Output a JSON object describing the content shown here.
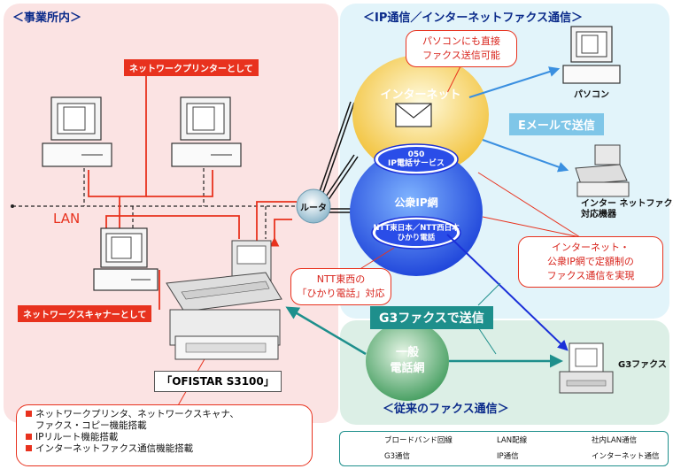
{
  "zones": {
    "office_title": "＜事業所内＞",
    "ip_title": "＜IP通信／インターネットファクス通信＞",
    "legacy_title": "＜従来のファクス通信＞"
  },
  "labels": {
    "network_printer": "ネットワークプリンターとして",
    "network_scanner": "ネットワークスキャナーとして",
    "lan": "LAN",
    "router": "ルータ",
    "internet": "インターネット",
    "ip_phone_num": "050",
    "ip_phone_service": "IP電話サービス",
    "public_ip": "公衆IP網",
    "ntt_line1": "NTT東日本／NTT西日本",
    "ntt_line2": "ひかり電話",
    "public_phone_line1": "一般",
    "public_phone_line2": "電話網",
    "email_send": "Eメールで送信",
    "g3_send": "G3ファクスで送信",
    "pc": "パソコン",
    "ifax_line1": "インター ネットファクス",
    "ifax_line2": "対応機器",
    "g3fax": "G3ファクス",
    "model": "「OFISTAR S3100」"
  },
  "callouts": {
    "pc_direct_1": "パソコンにも直接",
    "pc_direct_2": "ファクス送信可能",
    "flat_rate_1": "インターネット・",
    "flat_rate_2": "公衆IP網で定額制の",
    "flat_rate_3": "ファクス通信を実現",
    "hikari_1": "NTT東西の",
    "hikari_2": "「ひかり電話」対応"
  },
  "features": [
    "ネットワークプリンタ、ネットワークスキャナ、",
    "ファクス・コピー機能搭載",
    "IPリルート機能搭載",
    "インターネットファクス通信機能搭載"
  ],
  "legend": {
    "broadband": "ブロードバンド回線",
    "lan_line": "LAN配線",
    "office_lan": "社内LAN通信",
    "g3_comm": "G3通信",
    "ip_comm": "IP通信",
    "internet_comm": "インターネット通信"
  },
  "colors": {
    "office_zone": "#fbe3e3",
    "ip_zone": "#e2f4fa",
    "legacy_zone": "#dcefe6",
    "accent_red": "#e8321e",
    "teal": "#1e8f8c",
    "ip_blue": "#1a2fd8",
    "internet_blue": "#3a8fe0"
  }
}
